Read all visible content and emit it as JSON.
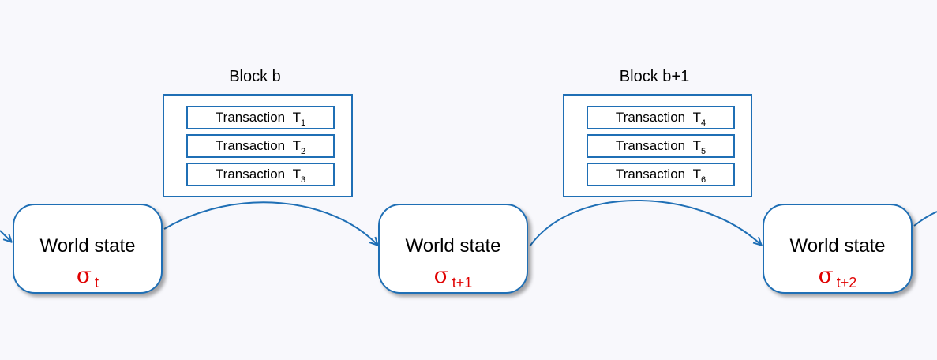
{
  "blocks": [
    {
      "title": "Block b",
      "transactions": [
        {
          "label": "Transaction",
          "symbol": "T",
          "index": "1"
        },
        {
          "label": "Transaction",
          "symbol": "T",
          "index": "2"
        },
        {
          "label": "Transaction",
          "symbol": "T",
          "index": "3"
        }
      ]
    },
    {
      "title": "Block b+1",
      "transactions": [
        {
          "label": "Transaction",
          "symbol": "T",
          "index": "4"
        },
        {
          "label": "Transaction",
          "symbol": "T",
          "index": "5"
        },
        {
          "label": "Transaction",
          "symbol": "T",
          "index": "6"
        }
      ]
    }
  ],
  "states": [
    {
      "label": "World state",
      "symbol": "σ",
      "subscript": "t"
    },
    {
      "label": "World state",
      "symbol": "σ",
      "subscript": "t+1"
    },
    {
      "label": "World state",
      "symbol": "σ",
      "subscript": "t+2"
    }
  ],
  "colors": {
    "border": "#1f6fb5",
    "sigma": "#e00000",
    "background": "#f8f8fc"
  }
}
